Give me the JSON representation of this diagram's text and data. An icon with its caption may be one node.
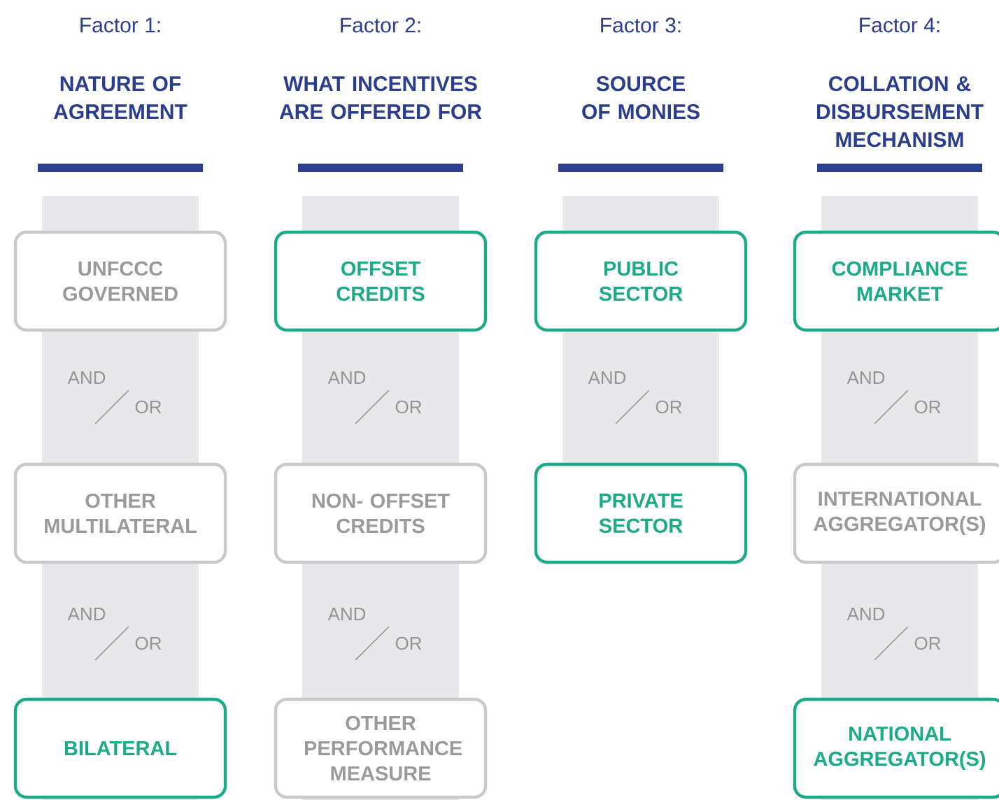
{
  "diagram": {
    "nodes": [
      {
        "text": [
          "UNFCCC GOVERNED"
        ]
      },
      {
        "text": [
          "OFFSET CREDITS"
        ]
      },
      {
        "text": [
          "PUBLIC SECTOR"
        ]
      },
      {
        "text": [
          "COMPLIANCE MARKET"
        ]
      },
      {
        "text": [
          "OTHER MULTILATERAL"
        ]
      },
      {
        "text": [
          "NON- OFFSET CREDITS"
        ]
      },
      {
        "text": [
          "PRIVATE SECTOR"
        ]
      },
      {
        "text": [
          "INTERNATIONAL AGGREGATOR(S)"
        ]
      },
      {
        "text": [
          "BILATERAL"
        ]
      },
      {
        "text": [
          "OTHER PERFORMANCE MEASURE"
        ]
      },
      {
        "text": [
          "NATIONAL AGGREGATOR(S)"
        ]
      }
    ],
    "labels": [
      "Factor 1:",
      "Factor 2:",
      "Factor 3:",
      "Factor 4:",
      "NATURE OF AGREEMENT",
      "WHAT INCENTIVES ARE OFFERED FOR",
      "SOURCE OF MONIES",
      "COLLATION & DISBURSEMENT MECHANISM",
      "AND",
      "OR",
      "AND",
      "OR",
      "AND",
      "OR",
      "AND",
      "OR",
      "AND",
      "OR",
      "AND",
      "OR",
      "AND",
      "OR"
    ]
  }
}
